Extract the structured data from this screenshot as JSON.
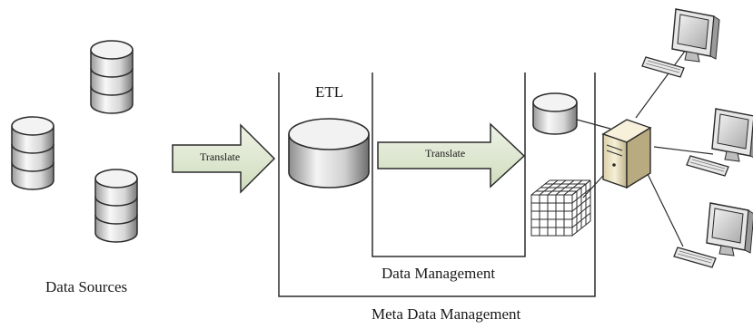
{
  "labels": {
    "data_sources": "Data Sources",
    "etl": "ETL",
    "data_management": "Data Management",
    "meta_data_management": "Meta Data Management",
    "translate_1": "Translate",
    "translate_2": "Translate"
  },
  "icons": [
    "database-cylinder-icon",
    "cube-grid-icon",
    "server-tower-icon",
    "desktop-computer-icon",
    "keyboard-icon"
  ],
  "colors": {
    "arrow_fill": "#dfe8d2",
    "stroke": "#2b2b2b",
    "cylinder_light": "#f4f4f4",
    "cylinder_dark": "#8a8a8a",
    "server_body": "#efe7c8",
    "monitor_screen": "#dcdcdc"
  }
}
